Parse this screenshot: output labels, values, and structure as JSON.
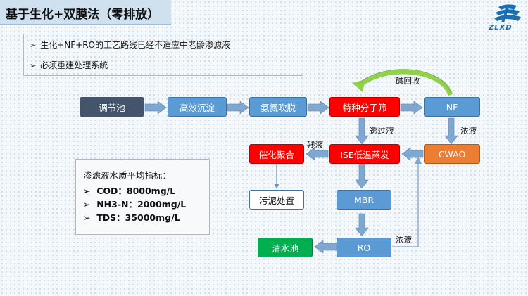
{
  "header": {
    "title": "基于生化+双膜法（零排放）"
  },
  "logo": {
    "text": "ZLXD"
  },
  "bullets": [
    "生化+NF+RO的工艺路线已经不适应中老龄渗滤液",
    "必须重建处理系统"
  ],
  "bullet_marker": "➢",
  "index": {
    "title": "渗滤液水质平均指标：",
    "lines": [
      "COD：8000mg/L",
      "NH3-N：2000mg/L",
      "TDS：35000mg/L"
    ]
  },
  "nodes": {
    "tiaojiechi": "调节池",
    "gaoxiao": "高效沉淀",
    "anqi": "氨氮吹脱",
    "tezhong": "特种分子筛",
    "nf": "NF",
    "cwao": "CWAO",
    "ise": "ISE低温蒸发",
    "cuihua": "催化聚合",
    "wuni": "污泥处置",
    "mbr": "MBR",
    "ro": "RO",
    "qingshui": "清水池"
  },
  "edge_labels": {
    "jianhuishou": "碱回收",
    "touguoye_1": "透过液",
    "nongye_1": "浓液",
    "canye": "残液",
    "nongye_2": "浓液"
  },
  "colors": {
    "dark": "#44546a",
    "blue": "#5b9bd5",
    "red": "#ff0000",
    "orange": "#ed7d31",
    "green": "#00b050",
    "arrow": "#7fa7d0",
    "recycle_arrow": "#92d050"
  }
}
